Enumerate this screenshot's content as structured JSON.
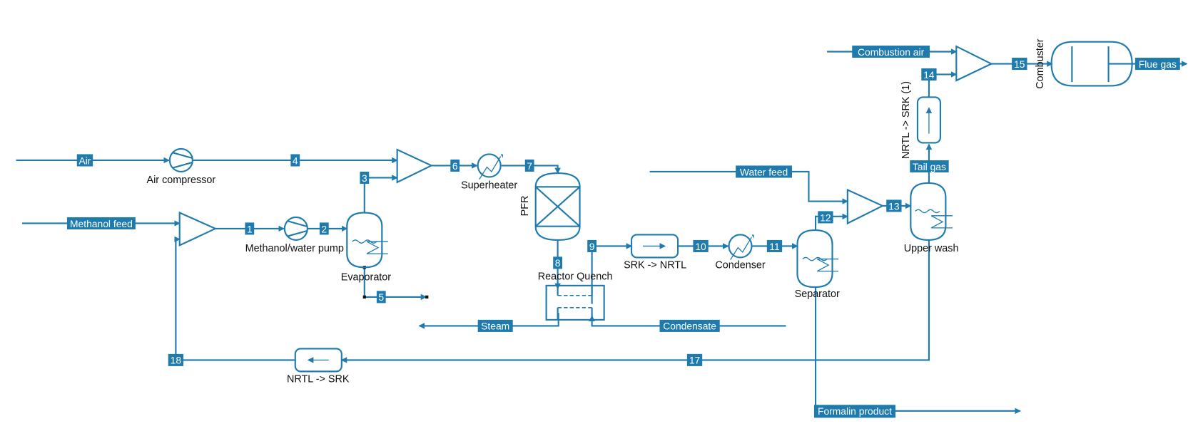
{
  "diagram": {
    "type": "process-flow-diagram",
    "colors": {
      "line": "#1f7bad",
      "tag_bg": "#1f7bad",
      "tag_text": "#ffffff",
      "label_text": "#111111"
    },
    "equipment": {
      "air_compressor": "Air compressor",
      "pump": "Methanol/water pump",
      "evaporator": "Evaporator",
      "superheater": "Superheater",
      "pfr": "PFR",
      "reactor_quench": "Reactor Quench",
      "srk_nrtl": "SRK -> NRTL",
      "condenser": "Condenser",
      "separator": "Separator",
      "upper_wash": "Upper wash",
      "nrtl_srk_1": "NRTL -> SRK (1)",
      "combuster": "Combuster",
      "nrtl_srk": "NRTL -> SRK"
    },
    "streams": {
      "air": "Air",
      "methanol_feed": "Methanol feed",
      "water_feed": "Water feed",
      "combustion_air": "Combustion air",
      "flue_gas": "Flue gas",
      "tail_gas": "Tail gas",
      "steam": "Steam",
      "condensate": "Condensate",
      "formalin_product": "Formalin product",
      "s1": "1",
      "s2": "2",
      "s3": "3",
      "s4": "4",
      "s5": "5",
      "s6": "6",
      "s7": "7",
      "s8": "8",
      "s9": "9",
      "s10": "10",
      "s11": "11",
      "s12": "12",
      "s13": "13",
      "s14": "14",
      "s15": "15",
      "s17": "17",
      "s18": "18"
    }
  }
}
